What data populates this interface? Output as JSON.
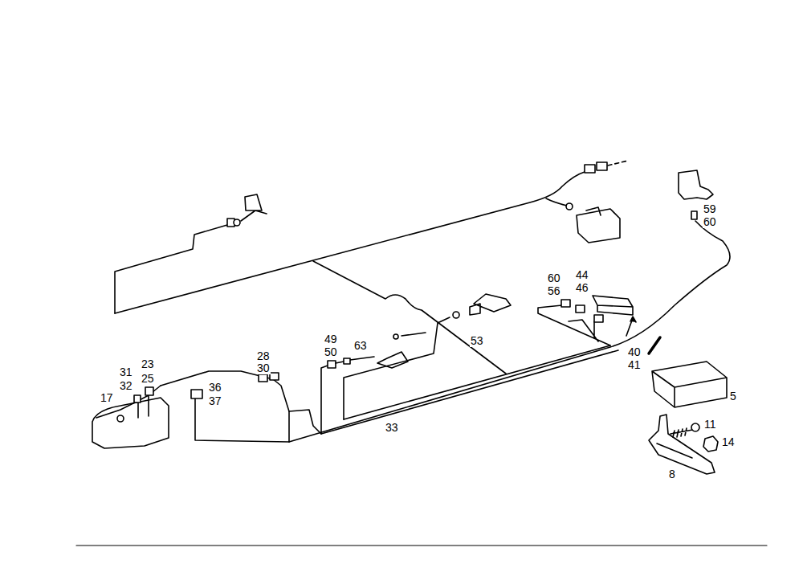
{
  "diagram": {
    "labels": [
      "44",
      "60",
      "46",
      "56",
      "59",
      "60",
      "49",
      "50",
      "63",
      "53",
      "23",
      "31",
      "25",
      "28",
      "32",
      "30",
      "40",
      "41",
      "5",
      "36",
      "17",
      "37",
      "11",
      "14",
      "33",
      "8"
    ]
  }
}
